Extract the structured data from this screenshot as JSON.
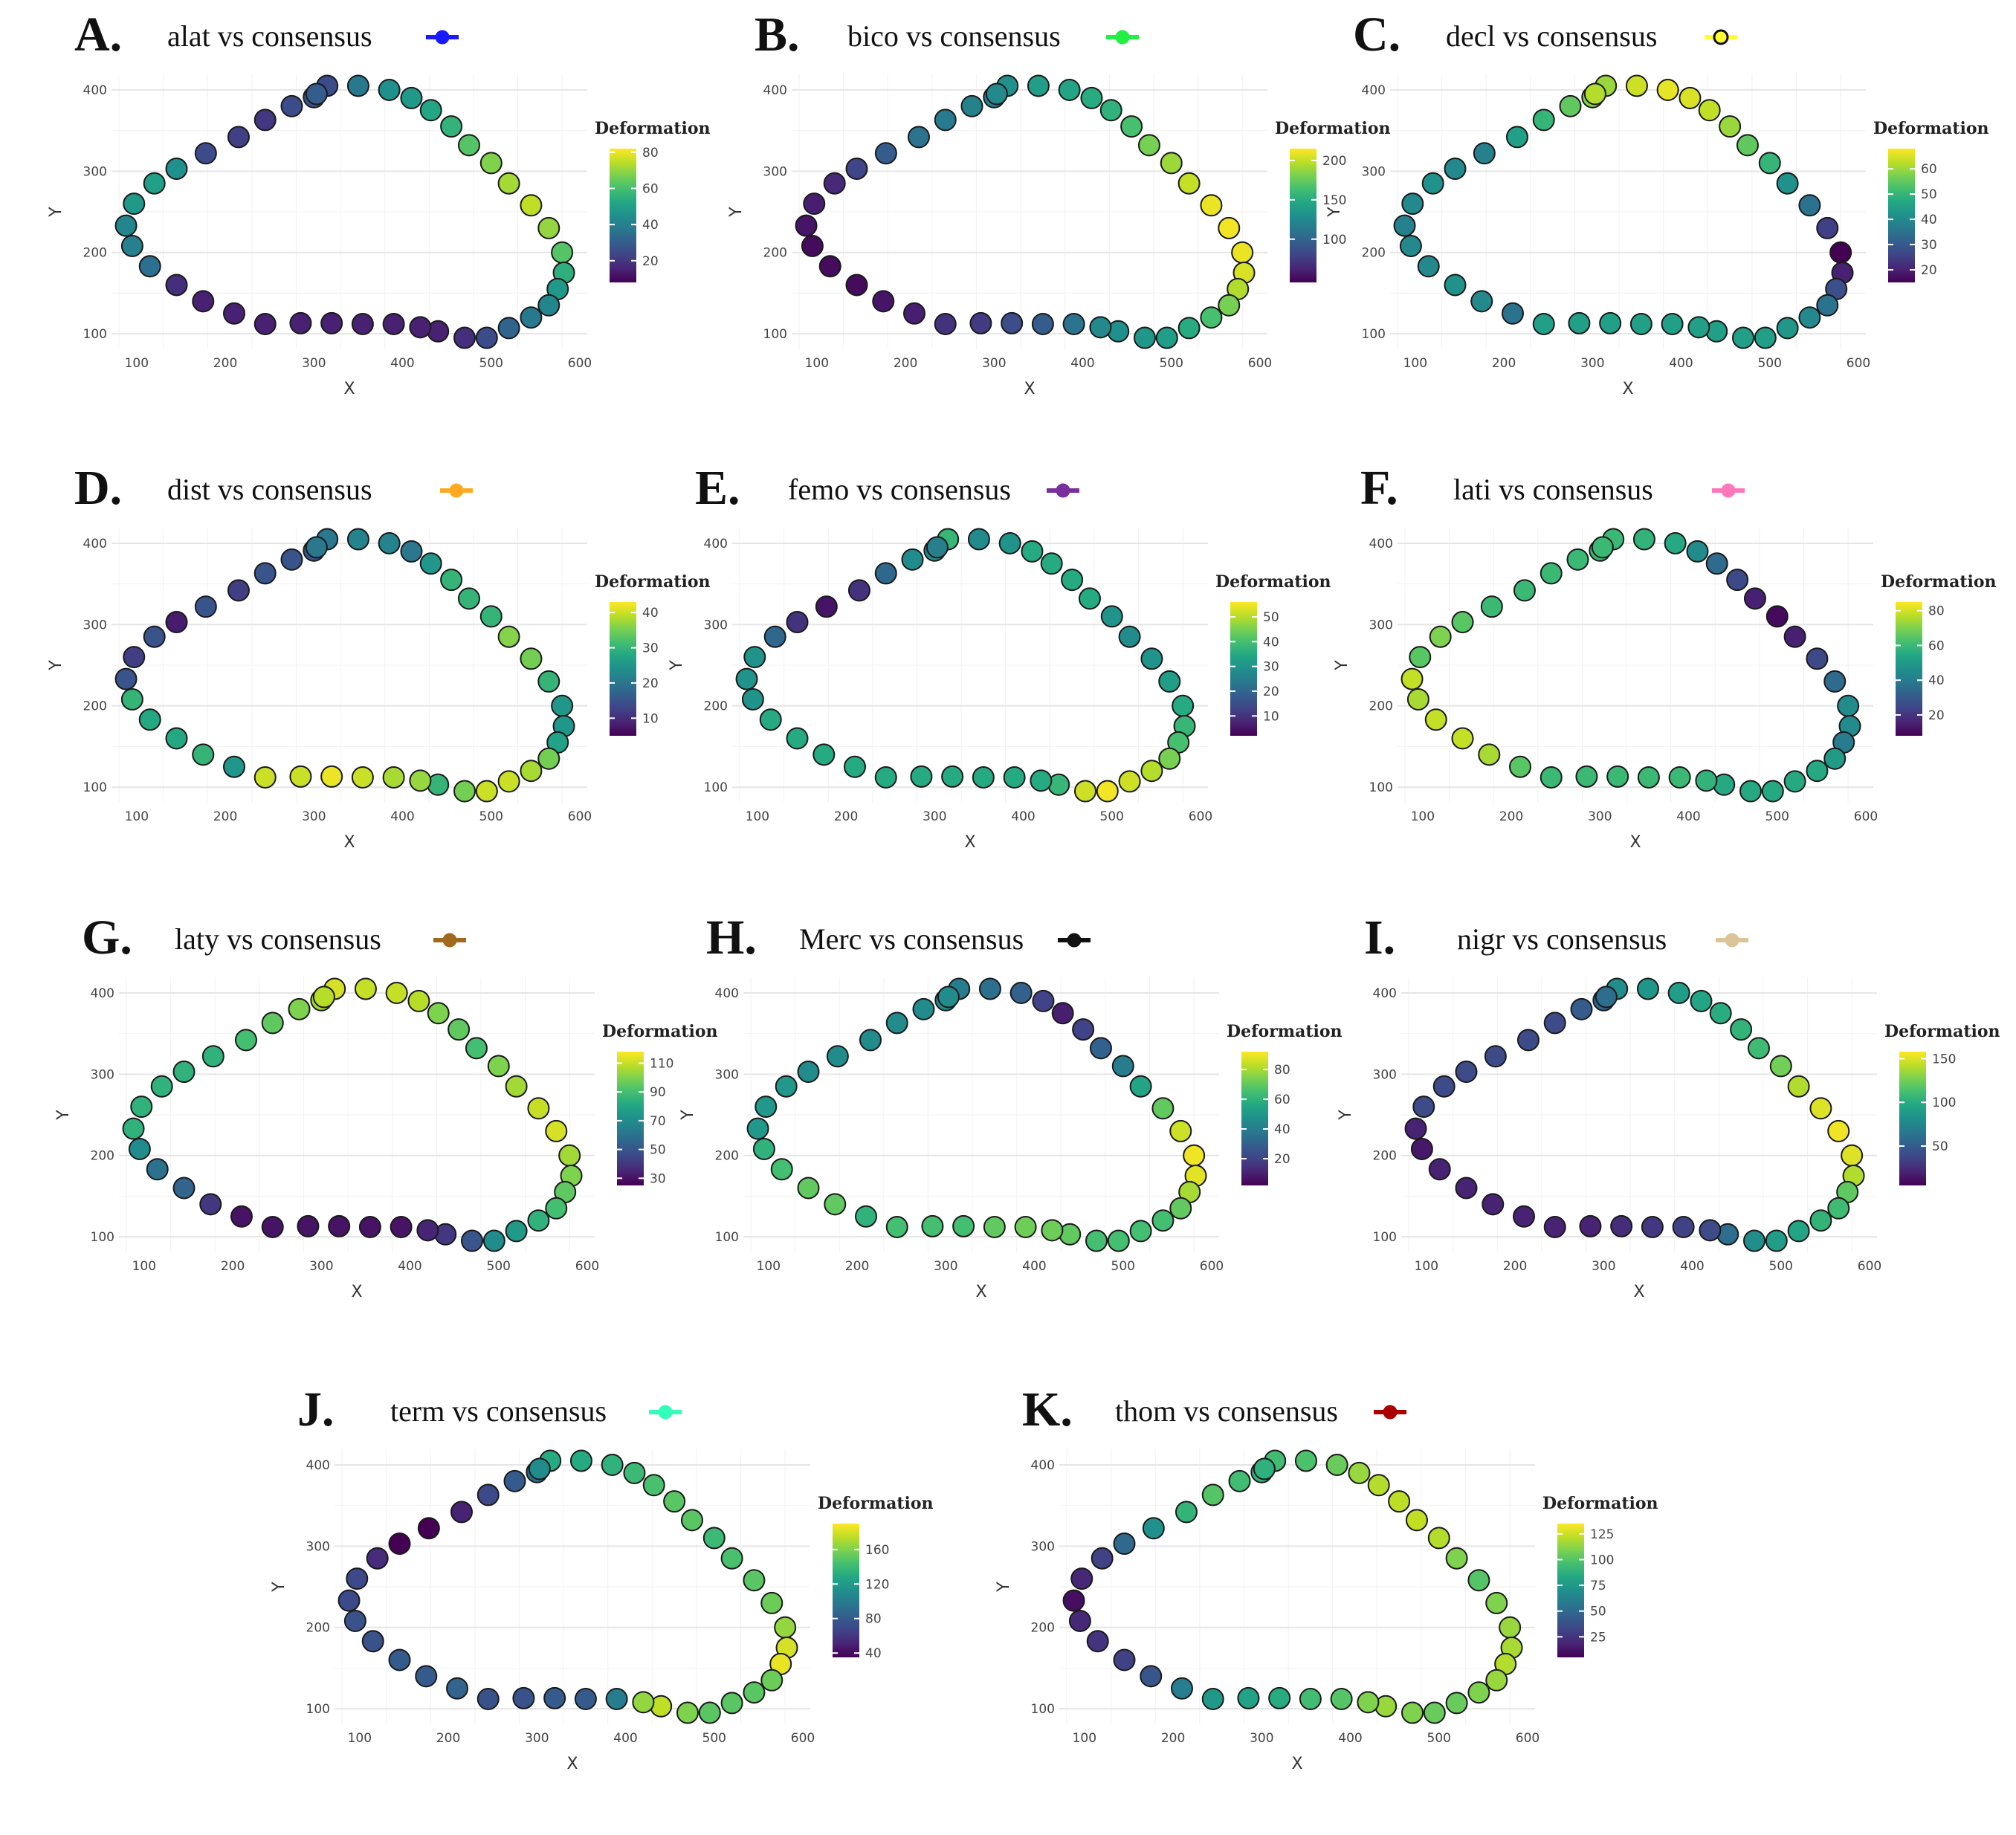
{
  "legend_title": "Deformation",
  "axis": {
    "xlabel": "X",
    "ylabel": "Y",
    "xticks": [
      100,
      200,
      300,
      400,
      500,
      600
    ],
    "yticks": [
      100,
      200,
      300,
      400
    ]
  },
  "shape_x": [
    315,
    350,
    385,
    410,
    432,
    455,
    475,
    500,
    520,
    545,
    565,
    580,
    582,
    575,
    565,
    545,
    520,
    495,
    470,
    440,
    420,
    390,
    355,
    320,
    285,
    245,
    210,
    175,
    145,
    115,
    95,
    88,
    97,
    120,
    145,
    178,
    215,
    245,
    275,
    300,
    303
  ],
  "shape_y": [
    405,
    405,
    400,
    390,
    375,
    355,
    332,
    310,
    285,
    258,
    230,
    200,
    175,
    155,
    135,
    120,
    107,
    95,
    95,
    103,
    108,
    112,
    112,
    113,
    113,
    112,
    125,
    140,
    160,
    183,
    208,
    233,
    260,
    285,
    303,
    322,
    342,
    363,
    380,
    391,
    395
  ],
  "colors": {
    "alat_marker": "#1a1aff",
    "bico_marker": "#22ee44",
    "decl_marker": "#ffff33",
    "dist_marker": "#ffaa22",
    "femo_marker": "#7a2f9a",
    "lati_marker": "#ff77bb",
    "laty_marker": "#a0691c",
    "merc_marker": "#111111",
    "nigr_marker": "#dcc499",
    "term_marker": "#33ffbb",
    "thom_marker": "#aa0000"
  },
  "chart_data": [
    {
      "type": "scatter",
      "letter": "A.",
      "title": "alat vs consensus",
      "xlabel": "X",
      "ylabel": "Y",
      "xlim": [
        80,
        600
      ],
      "ylim": [
        90,
        410
      ],
      "colorbar_ticks": [
        20,
        40,
        60,
        80
      ],
      "clim": [
        8,
        82
      ],
      "marker": "circle-line",
      "values": [
        25,
        38,
        45,
        48,
        52,
        56,
        62,
        68,
        72,
        75,
        70,
        62,
        55,
        48,
        42,
        38,
        32,
        25,
        18,
        15,
        15,
        15,
        15,
        15,
        15,
        15,
        15,
        15,
        18,
        35,
        40,
        42,
        48,
        50,
        45,
        25,
        22,
        20,
        25,
        28,
        30
      ]
    },
    {
      "type": "scatter",
      "letter": "B.",
      "title": "bico vs consensus",
      "xlabel": "X",
      "ylabel": "Y",
      "xlim": [
        80,
        600
      ],
      "ylim": [
        90,
        410
      ],
      "colorbar_ticks": [
        100,
        150,
        200
      ],
      "clim": [
        45,
        215
      ],
      "marker": "circle-line",
      "values": [
        130,
        140,
        145,
        150,
        155,
        165,
        180,
        190,
        200,
        210,
        212,
        210,
        205,
        195,
        180,
        165,
        150,
        140,
        135,
        130,
        125,
        110,
        95,
        85,
        75,
        70,
        60,
        55,
        50,
        50,
        50,
        55,
        60,
        65,
        80,
        95,
        110,
        115,
        120,
        120,
        125
      ]
    },
    {
      "type": "scatter",
      "letter": "C.",
      "title": "decl vs consensus",
      "xlabel": "X",
      "ylabel": "Y",
      "xlim": [
        80,
        600
      ],
      "ylim": [
        90,
        410
      ],
      "colorbar_ticks": [
        20,
        30,
        40,
        50,
        60
      ],
      "clim": [
        15,
        68
      ],
      "marker": "circle-open",
      "values": [
        60,
        64,
        66,
        65,
        63,
        60,
        55,
        50,
        42,
        35,
        25,
        15,
        20,
        28,
        35,
        40,
        43,
        45,
        45,
        45,
        45,
        45,
        45,
        45,
        45,
        45,
        35,
        40,
        42,
        40,
        40,
        38,
        40,
        42,
        40,
        38,
        45,
        50,
        55,
        58,
        62
      ]
    },
    {
      "type": "scatter",
      "letter": "D.",
      "title": "dist  vs consensus",
      "xlabel": "X",
      "ylabel": "Y",
      "xlim": [
        80,
        600
      ],
      "ylim": [
        90,
        410
      ],
      "colorbar_ticks": [
        10,
        20,
        30,
        40
      ],
      "clim": [
        5,
        43
      ],
      "marker": "circle-line",
      "values": [
        20,
        22,
        22,
        20,
        25,
        30,
        30,
        30,
        36,
        35,
        30,
        25,
        25,
        27,
        35,
        38,
        40,
        40,
        35,
        30,
        37,
        38,
        40,
        42,
        40,
        40,
        25,
        30,
        28,
        28,
        30,
        15,
        12,
        15,
        8,
        15,
        12,
        15,
        15,
        15,
        20
      ]
    },
    {
      "type": "scatter",
      "letter": "E.",
      "title": "femo vs consensus",
      "xlabel": "X",
      "ylabel": "Y",
      "xlim": [
        80,
        600
      ],
      "ylim": [
        90,
        410
      ],
      "colorbar_ticks": [
        10,
        20,
        30,
        40,
        50
      ],
      "clim": [
        2,
        56
      ],
      "marker": "circle-line",
      "values": [
        38,
        28,
        30,
        35,
        35,
        35,
        35,
        30,
        28,
        30,
        32,
        35,
        38,
        40,
        45,
        50,
        52,
        55,
        52,
        38,
        35,
        35,
        35,
        35,
        35,
        35,
        35,
        35,
        35,
        35,
        30,
        30,
        30,
        20,
        10,
        5,
        10,
        20,
        28,
        28,
        25
      ]
    },
    {
      "type": "scatter",
      "letter": "F.",
      "title": "lati vs consensus",
      "xlabel": "X",
      "ylabel": "Y",
      "xlim": [
        80,
        600
      ],
      "ylim": [
        90,
        410
      ],
      "colorbar_ticks": [
        20,
        40,
        60,
        80
      ],
      "clim": [
        8,
        85
      ],
      "marker": "circle-line",
      "values": [
        60,
        58,
        55,
        45,
        35,
        25,
        15,
        10,
        15,
        25,
        35,
        45,
        45,
        40,
        50,
        55,
        55,
        55,
        55,
        55,
        58,
        60,
        60,
        60,
        60,
        60,
        65,
        75,
        78,
        78,
        75,
        78,
        65,
        70,
        65,
        60,
        60,
        60,
        60,
        60,
        60
      ]
    },
    {
      "type": "scatter",
      "letter": "G.",
      "title": "laty vs consensus",
      "xlabel": "X",
      "ylabel": "Y",
      "xlim": [
        80,
        600
      ],
      "ylim": [
        90,
        410
      ],
      "colorbar_ticks": [
        30,
        50,
        70,
        90,
        110
      ],
      "clim": [
        25,
        118
      ],
      "marker": "circle-line",
      "values": [
        112,
        110,
        110,
        108,
        100,
        95,
        90,
        100,
        105,
        110,
        112,
        105,
        100,
        95,
        90,
        85,
        75,
        70,
        50,
        40,
        35,
        30,
        30,
        30,
        30,
        30,
        30,
        40,
        55,
        60,
        70,
        85,
        85,
        85,
        85,
        85,
        90,
        95,
        100,
        105,
        108
      ]
    },
    {
      "type": "scatter",
      "letter": "H.",
      "title": "Merc vs consensus",
      "xlabel": "X",
      "ylabel": "Y",
      "xlim": [
        80,
        600
      ],
      "ylim": [
        90,
        410
      ],
      "colorbar_ticks": [
        20,
        40,
        60,
        80
      ],
      "clim": [
        2,
        92
      ],
      "marker": "circle-line",
      "values": [
        40,
        35,
        30,
        20,
        10,
        20,
        30,
        40,
        55,
        70,
        85,
        90,
        88,
        80,
        70,
        65,
        65,
        65,
        65,
        70,
        72,
        72,
        70,
        65,
        65,
        65,
        60,
        70,
        70,
        65,
        60,
        50,
        50,
        50,
        45,
        45,
        45,
        45,
        45,
        45,
        45
      ]
    },
    {
      "type": "scatter",
      "letter": "I.",
      "title": "nigr vs consensus",
      "xlabel": "X",
      "ylabel": "Y",
      "xlim": [
        80,
        600
      ],
      "ylim": [
        90,
        410
      ],
      "colorbar_ticks": [
        50,
        100,
        150
      ],
      "clim": [
        5,
        158
      ],
      "marker": "circle-line",
      "values": [
        80,
        85,
        90,
        95,
        100,
        105,
        110,
        125,
        140,
        150,
        155,
        150,
        140,
        120,
        110,
        105,
        95,
        90,
        80,
        60,
        40,
        35,
        30,
        25,
        20,
        20,
        20,
        20,
        20,
        20,
        15,
        20,
        40,
        40,
        40,
        40,
        40,
        40,
        50,
        55,
        60
      ]
    },
    {
      "type": "scatter",
      "letter": "J.",
      "title": "term vs consensus",
      "xlabel": "X",
      "ylabel": "Y",
      "xlim": [
        80,
        600
      ],
      "ylim": [
        90,
        410
      ],
      "colorbar_ticks": [
        40,
        80,
        120,
        160
      ],
      "clim": [
        35,
        190
      ],
      "marker": "circle-line",
      "values": [
        130,
        130,
        135,
        140,
        145,
        150,
        150,
        140,
        145,
        150,
        155,
        165,
        180,
        185,
        155,
        150,
        150,
        150,
        160,
        175,
        165,
        100,
        80,
        80,
        75,
        75,
        85,
        80,
        80,
        75,
        75,
        70,
        70,
        55,
        30,
        30,
        50,
        70,
        80,
        90,
        110
      ]
    },
    {
      "type": "scatter",
      "letter": "K.",
      "title": "thom vs consensus",
      "xlabel": "X",
      "ylabel": "Y",
      "xlim": [
        80,
        600
      ],
      "ylim": [
        90,
        410
      ],
      "colorbar_ticks": [
        25,
        50,
        75,
        100,
        125
      ],
      "clim": [
        5,
        135
      ],
      "marker": "circle-line",
      "values": [
        95,
        98,
        105,
        115,
        120,
        122,
        123,
        120,
        110,
        100,
        110,
        115,
        118,
        120,
        115,
        110,
        105,
        105,
        110,
        115,
        110,
        100,
        95,
        85,
        80,
        75,
        60,
        40,
        30,
        25,
        20,
        10,
        20,
        30,
        50,
        70,
        90,
        100,
        95,
        90,
        88
      ]
    }
  ]
}
